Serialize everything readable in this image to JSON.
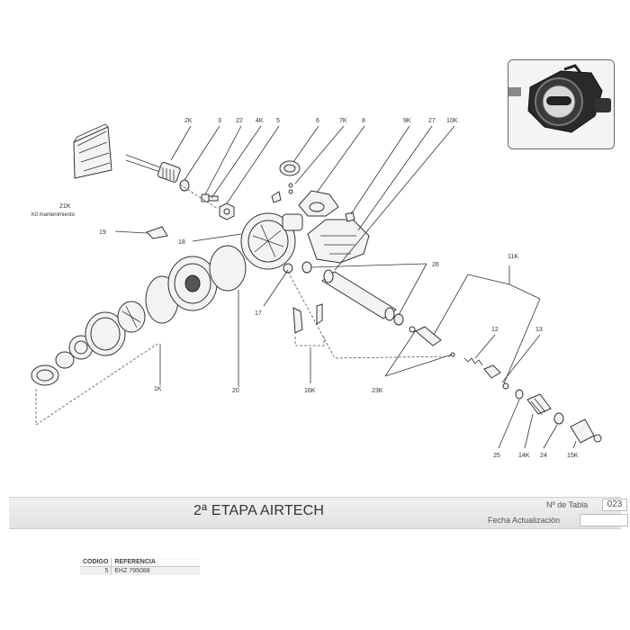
{
  "diagram": {
    "callouts": {
      "c2K": "2K",
      "c3": "3",
      "c22": "22",
      "c4K": "4K",
      "c5": "5",
      "c6": "6",
      "c7K": "7K",
      "c8": "8",
      "c9K": "9K",
      "c27": "27",
      "c10K": "10K",
      "c21K": "21K",
      "c21K_desc": "Kit mantenimiento",
      "c19": "19",
      "c18": "18",
      "c17": "17",
      "c26": "26",
      "c11K": "11K",
      "c12": "12",
      "c13": "13",
      "c16K": "16K",
      "c20": "20",
      "c1K": "1K",
      "c23K": "23K",
      "c25": "25",
      "c14K": "14K",
      "c24": "24",
      "c15K": "15K"
    }
  },
  "title_block": {
    "title": "2ª ETAPA AIRTECH",
    "table_no_label": "Nº de Tabla",
    "table_no": "023",
    "date_label": "Fecha Actualización",
    "date_value": ""
  },
  "ref_table": {
    "headers": {
      "code": "CODIGO",
      "reference": "REFERENCIA"
    },
    "rows": [
      {
        "code": "5",
        "reference": "EHZ 795088"
      }
    ]
  }
}
